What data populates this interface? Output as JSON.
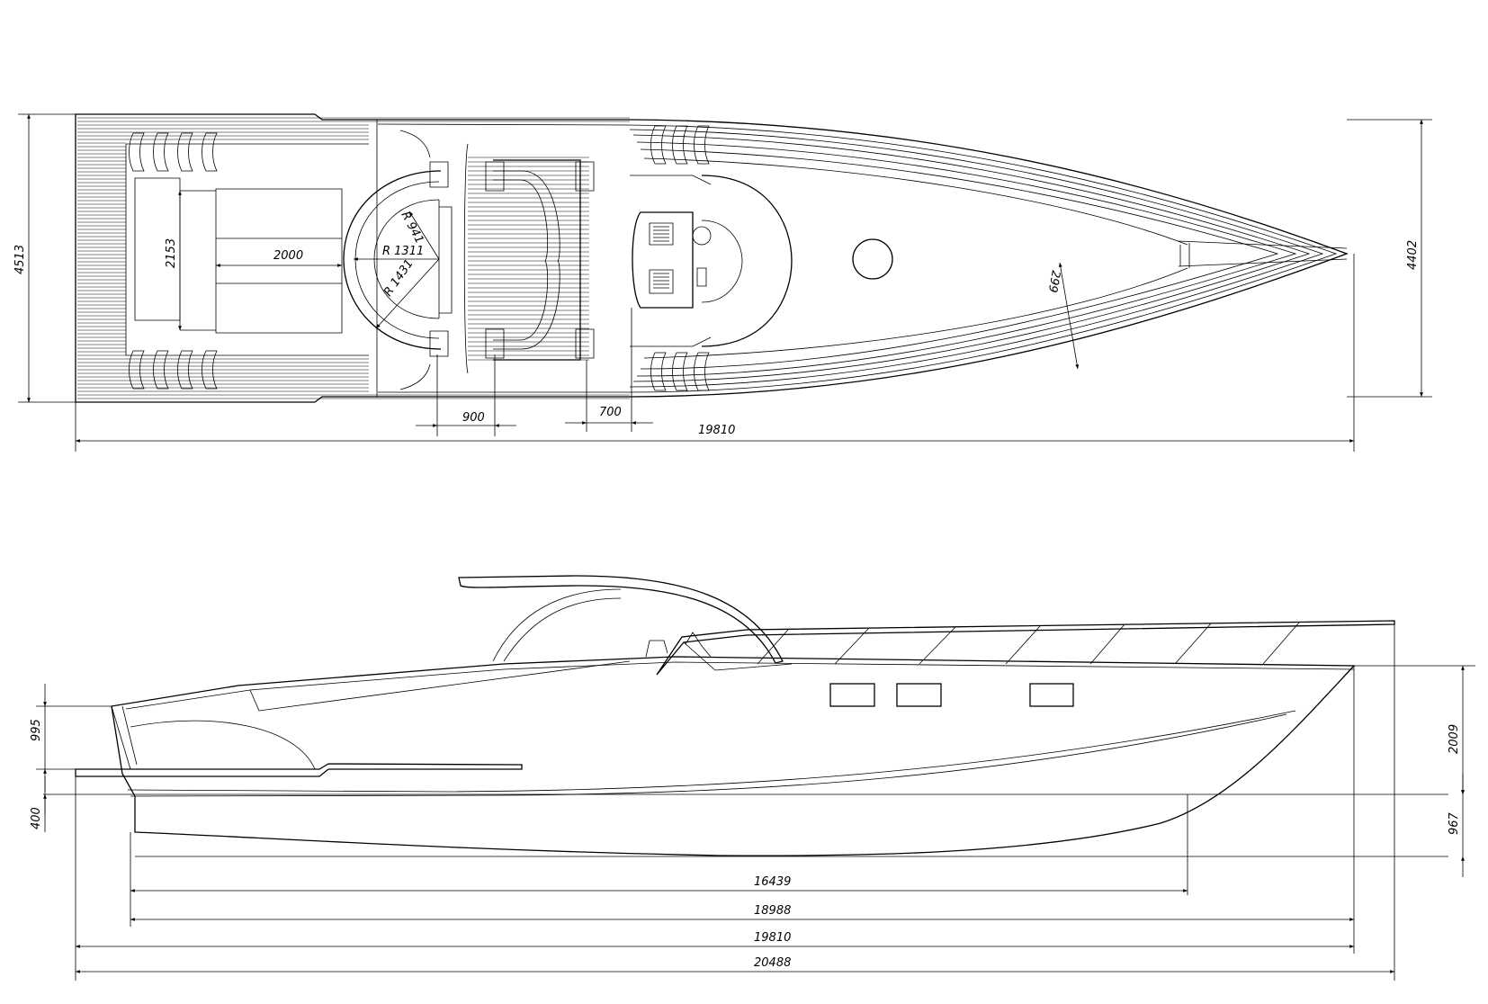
{
  "plan_view": {
    "overall_width": "4513",
    "hull_width": "4402",
    "cockpit_width": "2153",
    "sunpad_length": "2000",
    "radius_inner": "R 941",
    "radius_middle": "R 1311",
    "radius_outer": "R 1431",
    "side_deck_width": "299",
    "offset_a": "900",
    "offset_b": "700",
    "overall_length": "19810"
  },
  "profile_view": {
    "transom_height": "995",
    "swim_platform_drop": "400",
    "bow_height": "2009",
    "draft": "967",
    "waterline_length": "16439",
    "hull_length": "18988",
    "deck_length": "19810",
    "overall_length": "20488"
  }
}
